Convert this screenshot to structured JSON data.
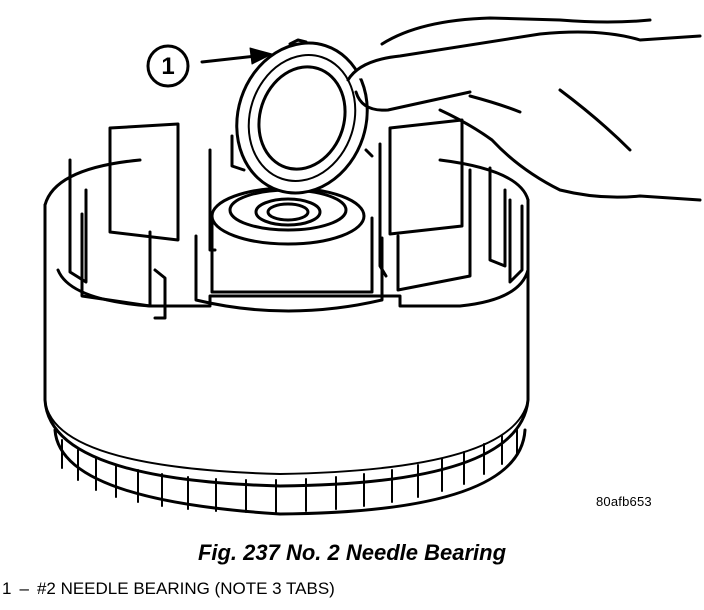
{
  "figure": {
    "callout_number": "1",
    "image_code": "80afb653",
    "caption": "Fig. 237 No. 2 Needle Bearing"
  },
  "legend": [
    {
      "number": "1",
      "separator": "–",
      "text": "#2 NEEDLE BEARING (NOTE 3 TABS)"
    }
  ]
}
